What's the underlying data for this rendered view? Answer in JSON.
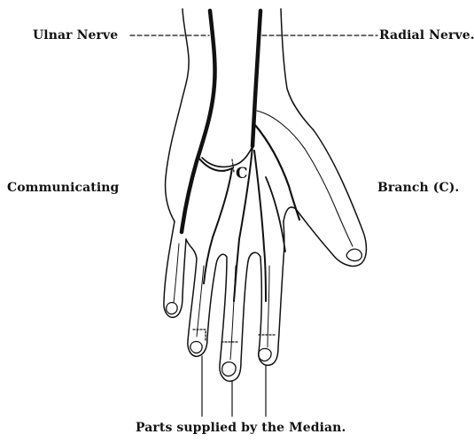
{
  "labels": {
    "ulnar_nerve": "Ulnar Nerve",
    "radial_nerve": "Radial Nerve.",
    "communicating": "Communicating",
    "branch_c": "Branch (C).",
    "c_marker": "C",
    "parts_supplied": "Parts supplied by the Median."
  }
}
